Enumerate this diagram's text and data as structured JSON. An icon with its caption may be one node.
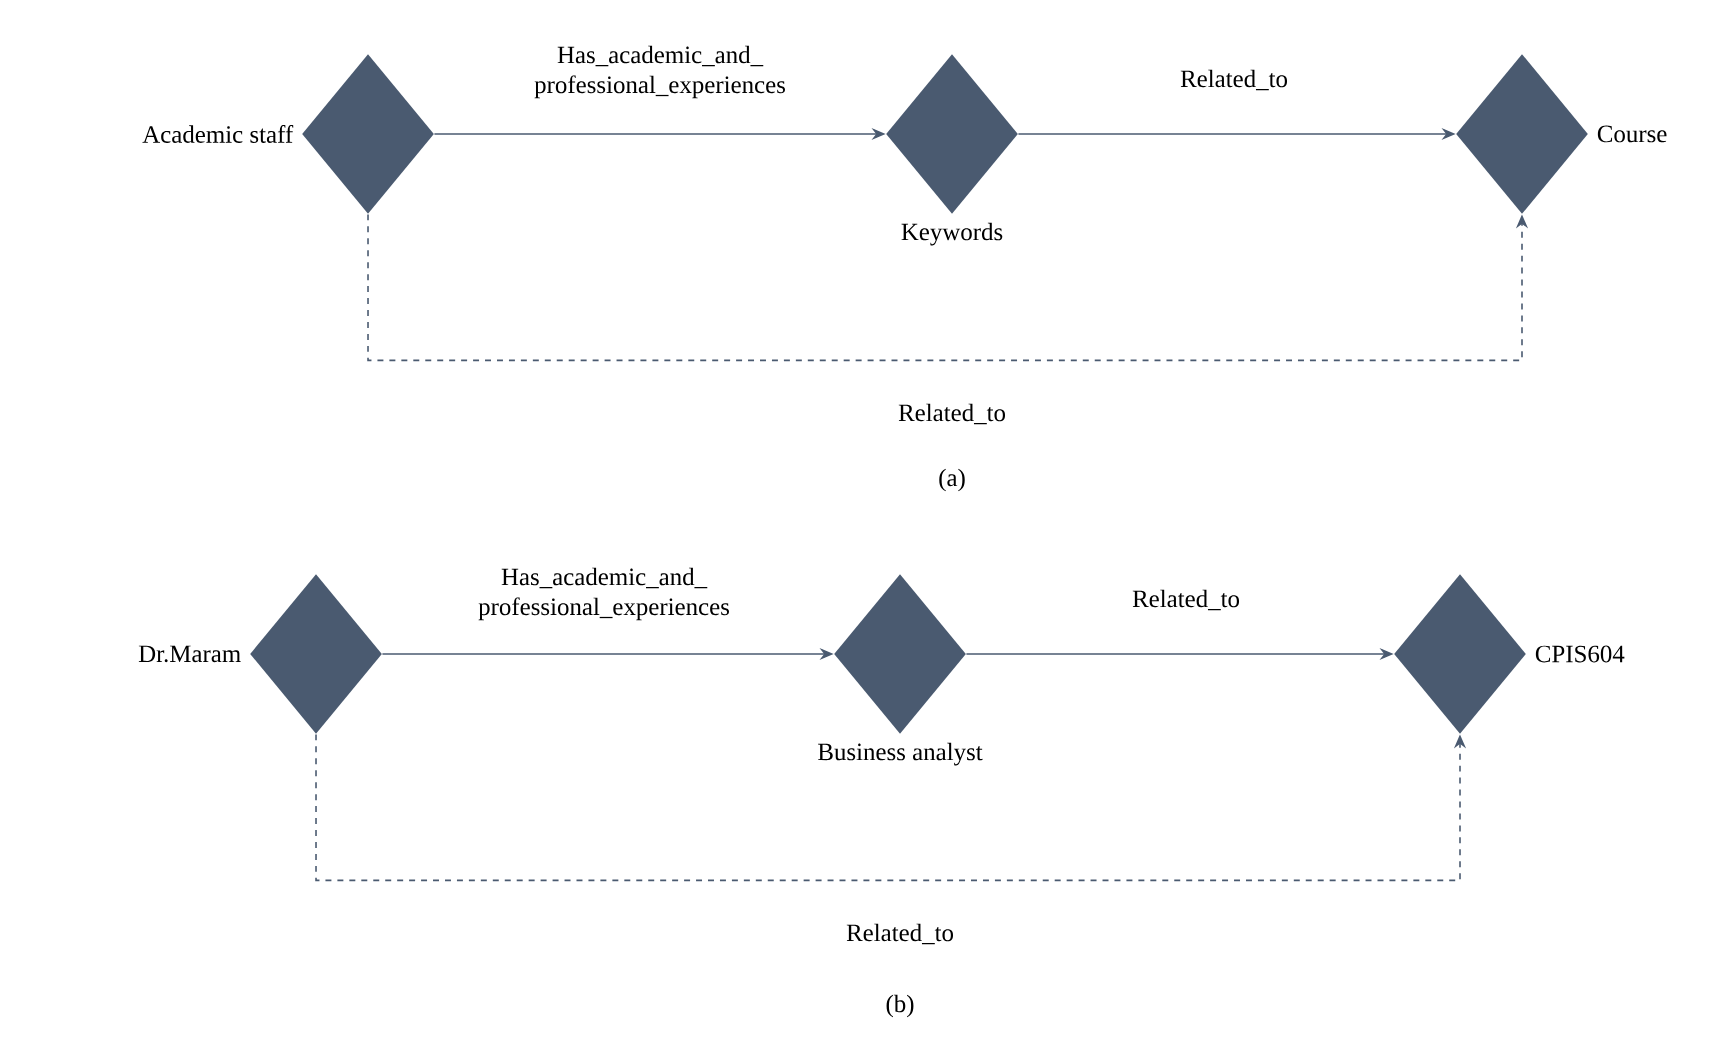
{
  "diagram": {
    "nodes": [
      {
        "text": [
          "Academic staff"
        ]
      },
      {
        "text": [
          "Keywords"
        ]
      },
      {
        "text": [
          "Course"
        ]
      },
      {
        "text": [
          "Dr.Maram"
        ]
      },
      {
        "text": [
          "Business analyst"
        ]
      },
      {
        "text": [
          "CPIS604"
        ]
      }
    ],
    "edges": [
      {
        "from": 0,
        "to": 1,
        "arrow": "to",
        "label": "Has_academic_and_ professional_experiences"
      },
      {
        "from": 1,
        "to": 2,
        "arrow": "to",
        "label": "Related_to"
      },
      {
        "from": 0,
        "to": 2,
        "arrow": "to",
        "label": "Related_to",
        "style": "dashed"
      },
      {
        "from": 3,
        "to": 4,
        "arrow": "to",
        "label": "Has_academic_and_ professional_experiences"
      },
      {
        "from": 4,
        "to": 5,
        "arrow": "to",
        "label": "Related_to"
      },
      {
        "from": 3,
        "to": 5,
        "arrow": "to",
        "label": "Related_to",
        "style": "dashed"
      }
    ],
    "labels": [
      "(a)",
      "(b)"
    ]
  }
}
